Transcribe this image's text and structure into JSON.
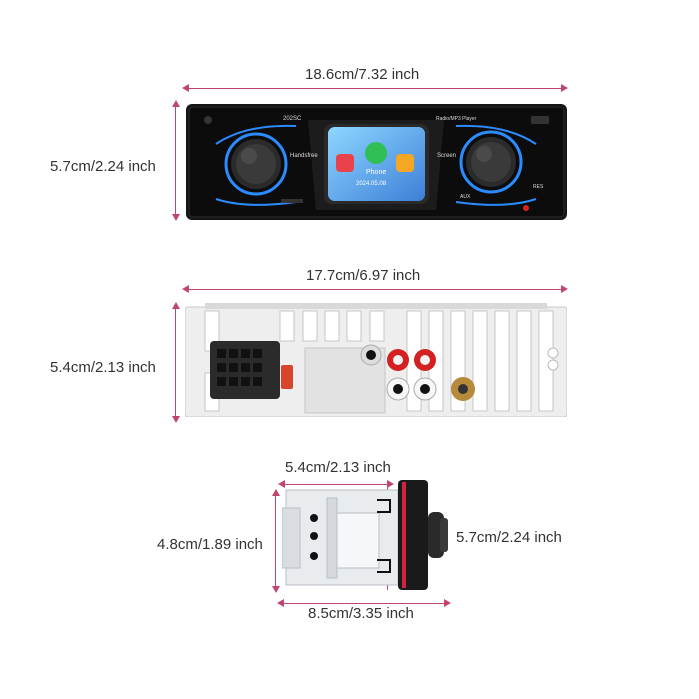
{
  "front_view": {
    "width_label": "18.6cm/7.32 inch",
    "height_label": "5.7cm/2.24 inch",
    "model": "202SC",
    "player_label": "Radio/MP3 Player",
    "handsfree_label": "Handsfree",
    "screen_label": "Screen",
    "aux_label": "AUX",
    "res_label": "RES",
    "display": {
      "app_label": "Phone",
      "date": "2024.05.08"
    }
  },
  "back_view": {
    "width_label": "17.7cm/6.97 inch",
    "height_label": "5.4cm/2.13 inch"
  },
  "side_view": {
    "depth_label": "5.4cm/2.13 inch",
    "height_label": "4.8cm/1.89 inch",
    "front_height_label": "5.7cm/2.24 inch",
    "length_label": "8.5cm/3.35 inch"
  },
  "colors": {
    "dimension_line": "#c2466b",
    "accent_blue": "#2a8cff"
  }
}
